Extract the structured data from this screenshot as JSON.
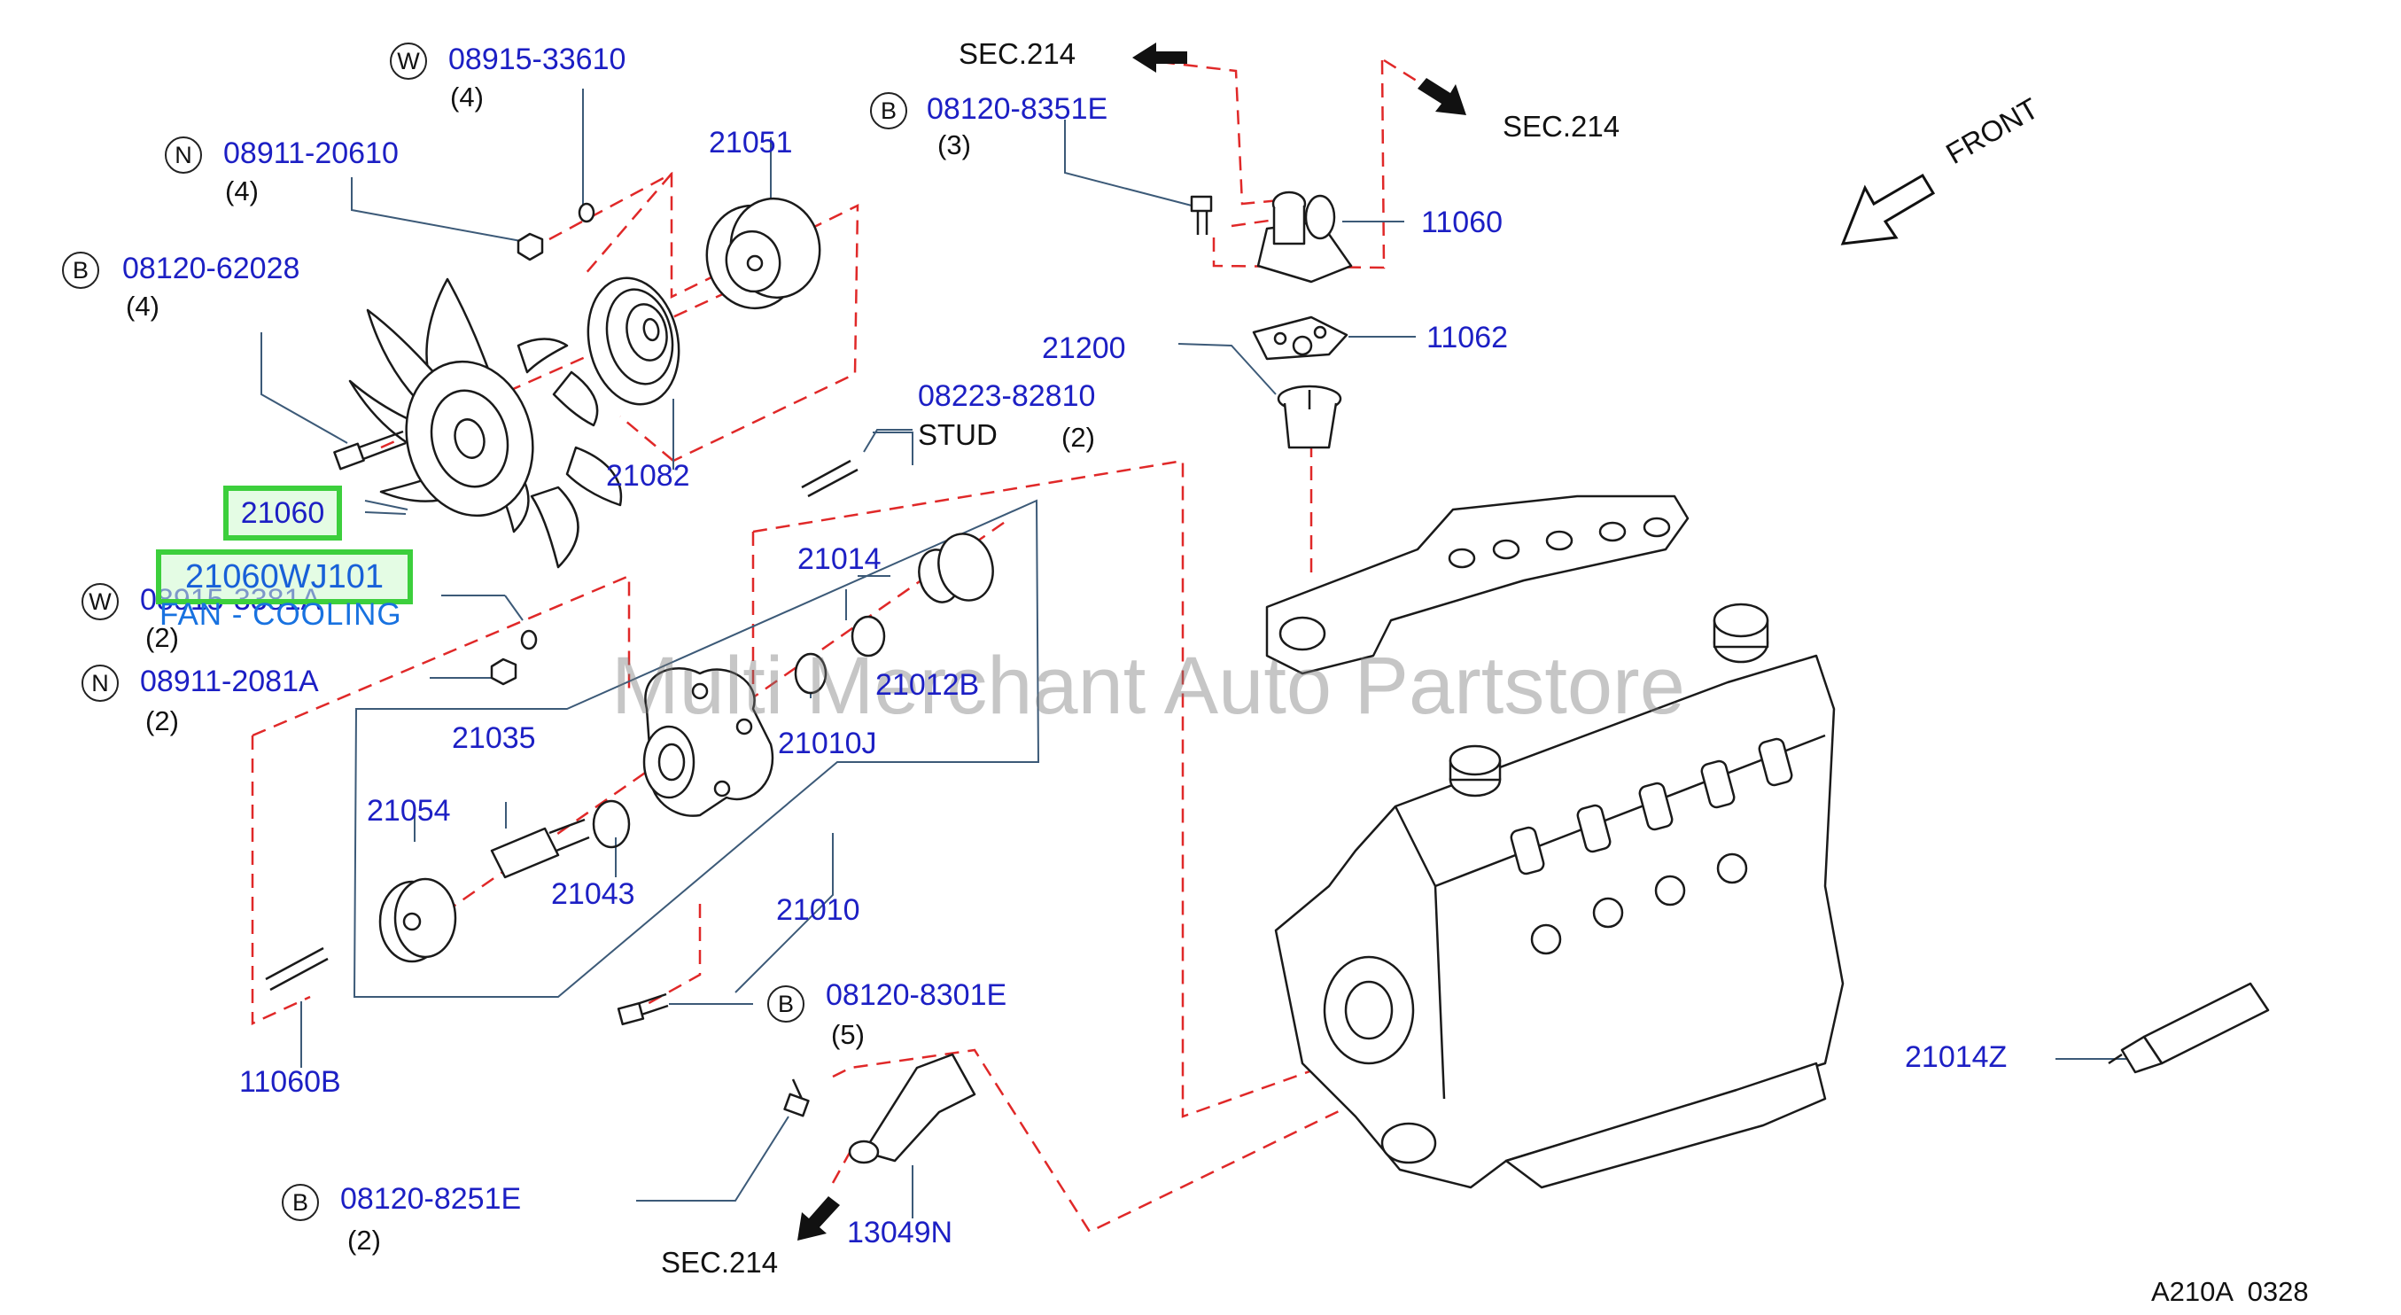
{
  "watermark": "Multi Merchant Auto Partstore",
  "diagram_code": "A210A  0328",
  "front_label": "FRONT",
  "stud_label": "STUD",
  "highlight": {
    "part": "21060",
    "catalog_number": "21060WJ101",
    "description": "FAN - COOLING"
  },
  "fasteners": [
    {
      "type": "W",
      "part": "08915-33610",
      "qty": "(4)"
    },
    {
      "type": "N",
      "part": "08911-20610",
      "qty": "(4)"
    },
    {
      "type": "B",
      "part": "08120-62028",
      "qty": "(4)"
    },
    {
      "type": "B",
      "part": "08120-8351E",
      "qty": "(3)"
    },
    {
      "type": "W",
      "part": "08915-3381A",
      "qty": "(2)"
    },
    {
      "type": "N",
      "part": "08911-2081A",
      "qty": "(2)"
    },
    {
      "type": "B",
      "part": "08120-8301E",
      "qty": "(5)"
    },
    {
      "type": "B",
      "part": "08120-8251E",
      "qty": "(2)"
    }
  ],
  "stud": {
    "part": "08223-82810",
    "qty": "(2)"
  },
  "parts": [
    "21051",
    "21082",
    "11060",
    "11062",
    "21200",
    "21014",
    "21012B",
    "21010J",
    "21035",
    "21054",
    "21043",
    "21010",
    "11060B",
    "21014Z",
    "13049N"
  ],
  "sections": [
    "SEC.214",
    "SEC.214",
    "SEC.214"
  ]
}
